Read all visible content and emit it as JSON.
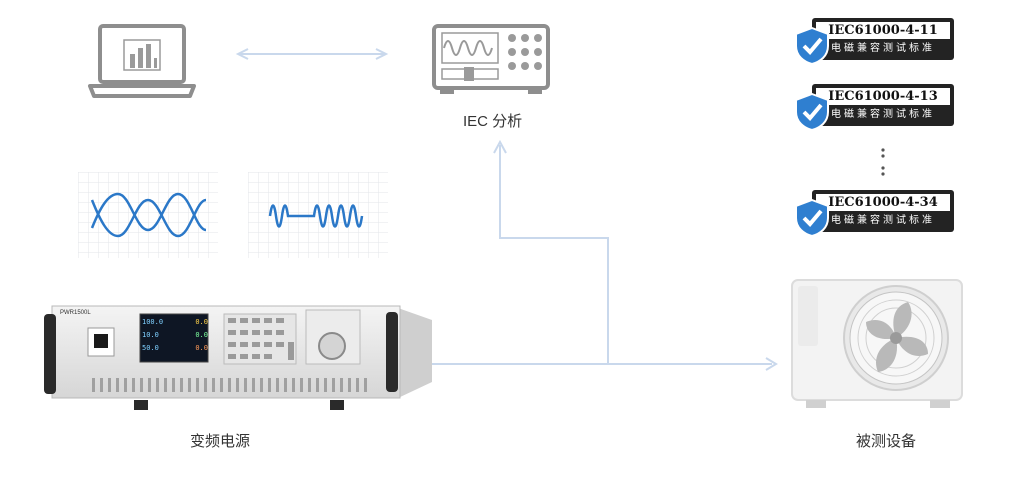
{
  "labels": {
    "iec": "IEC 分析",
    "power": "变频电源",
    "dut": "被测设备"
  },
  "standards": [
    {
      "code": "IEC61000-4-11",
      "sub": "电磁兼容测试标准"
    },
    {
      "code": "IEC61000-4-13",
      "sub": "电磁兼容测试标准"
    },
    {
      "code": "IEC61000-4-34",
      "sub": "电磁兼容测试标准"
    }
  ],
  "device": {
    "model": "PWR1500L",
    "readings": [
      "100.0",
      "0.0",
      "10.0",
      "0.0",
      "50.0",
      "0.0"
    ]
  },
  "colors": {
    "connector": "#c9d8ec",
    "wave": "#2b78c8",
    "shield": "#2f7fd0",
    "badge": "#232323"
  },
  "icons": [
    "laptop-chart-icon",
    "oscilloscope-icon",
    "shield-check-icon",
    "sine-wave-icon",
    "burst-wave-icon",
    "vertical-ellipsis-icon",
    "air-conditioner-icon",
    "power-supply-device"
  ]
}
